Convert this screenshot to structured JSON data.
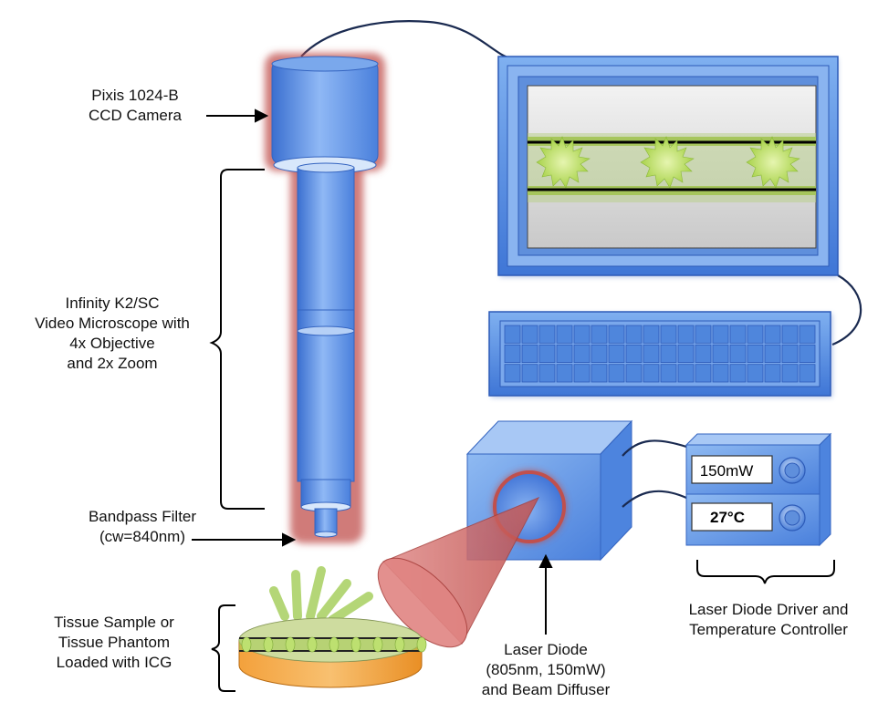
{
  "labels": {
    "camera": [
      "Pixis 1024-B",
      "CCD Camera"
    ],
    "microscope": [
      "Infinity K2/SC",
      "Video Microscope with",
      "4x Objective",
      "and 2x Zoom"
    ],
    "filter": [
      "Bandpass Filter",
      "(cw=840nm)"
    ],
    "tissue": [
      "Tissue Sample or",
      "Tissue Phantom",
      "Loaded with ICG"
    ],
    "laser": [
      "Laser Diode",
      "(805nm, 150mW)",
      "and Beam Diffuser"
    ],
    "controller": [
      "Laser Diode Driver and",
      "Temperature Controller"
    ]
  },
  "controller_display": {
    "power": "150mW",
    "temperature": "27°C"
  },
  "colors": {
    "blue": "#5b8fe0",
    "blue_light": "#a8c8f5",
    "glow_red": "#c0504d",
    "laser_red": "#d06a68",
    "green": "#9ec850",
    "tissue_orange": "#f5a142"
  }
}
